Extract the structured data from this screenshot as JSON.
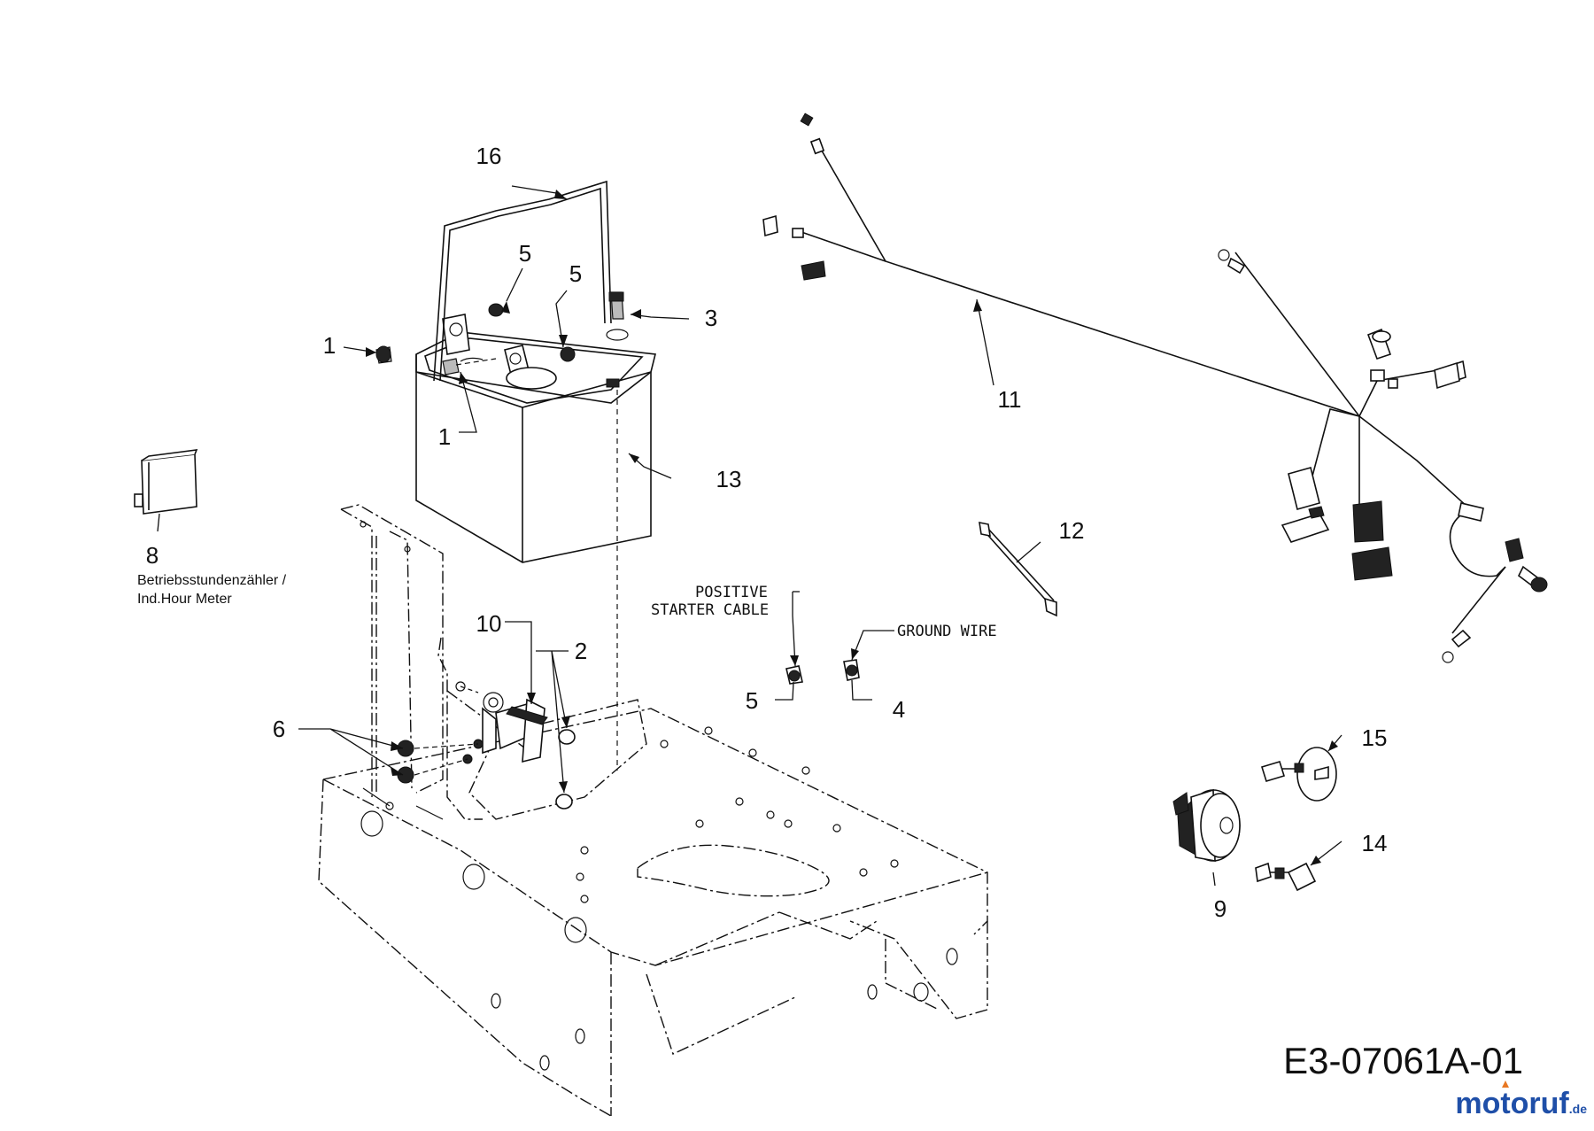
{
  "diagram": {
    "drawing_number": "E3-07061A-01",
    "watermark": {
      "brand": "motoruf",
      "suffix": ".de"
    },
    "part_labels": [
      "1",
      "1",
      "2",
      "3",
      "4",
      "5",
      "5",
      "5",
      "6",
      "8",
      "9",
      "10",
      "11",
      "12",
      "13",
      "14",
      "15",
      "16"
    ],
    "annotations": {
      "hour_meter_de": "Betriebsstundenzähler /",
      "hour_meter_en": "Ind.Hour Meter",
      "positive_line1": "POSITIVE",
      "positive_line2": "STARTER CABLE",
      "ground_wire": "GROUND WIRE"
    },
    "colors": {
      "line": "#111111",
      "background": "#ffffff",
      "brand_blue": "#1f4fa8",
      "brand_orange": "#e87722"
    }
  }
}
